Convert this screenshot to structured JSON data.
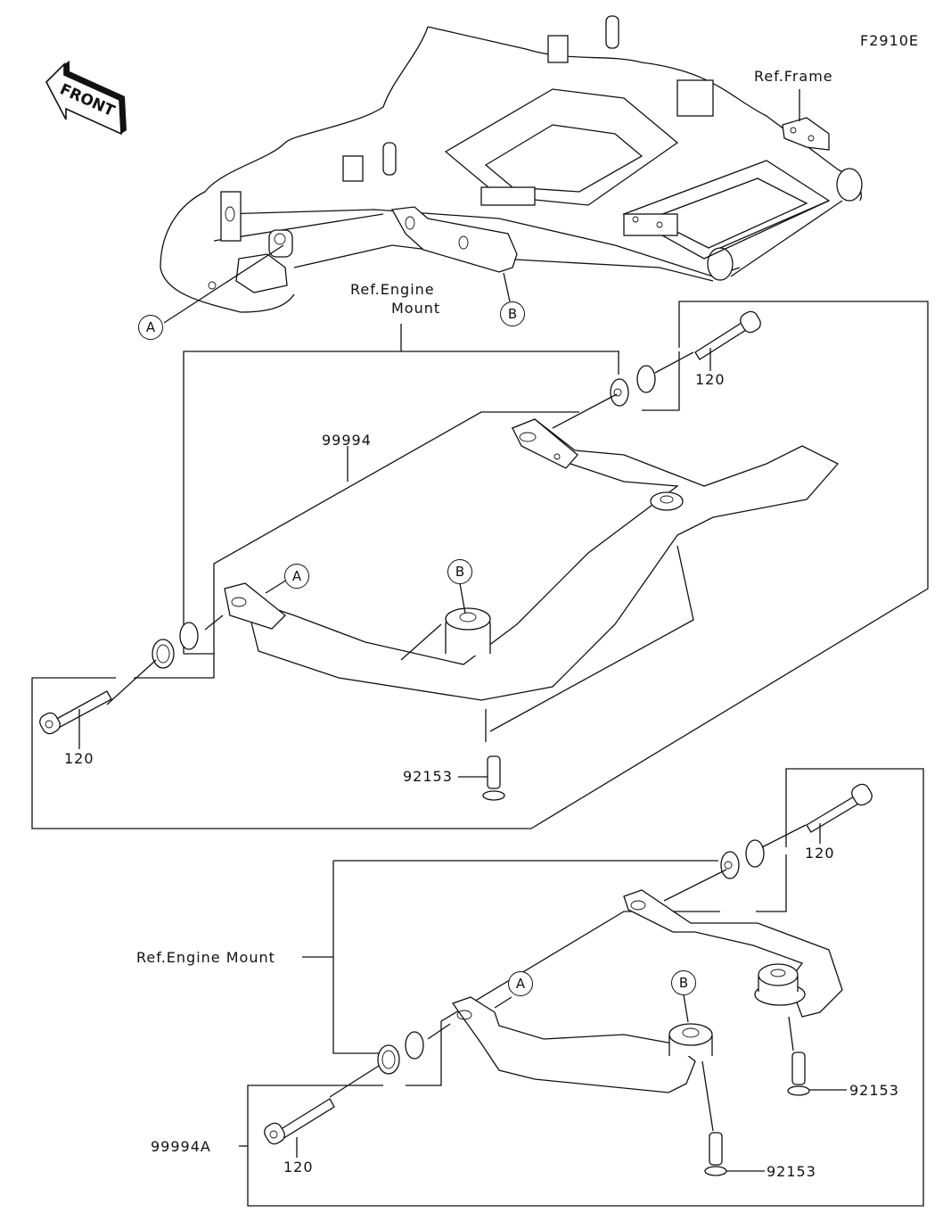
{
  "diagram": {
    "code": "F2910E",
    "front_sign": "FRONT",
    "references": {
      "frame": "Ref.Frame",
      "engine_mount_line1": "Ref.Engine",
      "engine_mount_line2": "Mount",
      "engine_mount_lower": "Ref.Engine Mount"
    },
    "callouts": {
      "a": "A",
      "b": "B"
    },
    "upper_assembly": {
      "kit_part": "99994",
      "bolt_top": "120",
      "bolt_left": "120",
      "screw": "92153"
    },
    "lower_assembly": {
      "kit_part": "99994A",
      "bolt_top": "120",
      "bolt_left": "120",
      "screw_right": "92153",
      "screw_center": "92153"
    }
  }
}
